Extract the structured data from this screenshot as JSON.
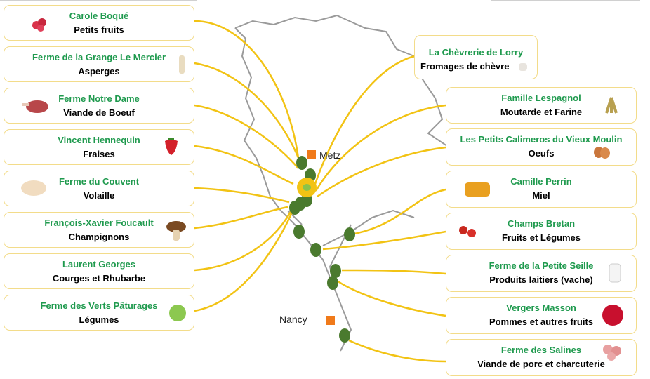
{
  "cities": {
    "metz": "Metz",
    "nancy": "Nancy"
  },
  "colors": {
    "name": "#1f9a4e",
    "line": "#f2c314",
    "dot": "#4a7a2e",
    "city": "#f07a1a",
    "border": "#f3dc8a"
  },
  "producers_left": [
    {
      "name": "Carole Boqué",
      "product": "Petits fruits",
      "icon": "raspberry-icon"
    },
    {
      "name": "Ferme de la Grange Le Mercier",
      "product": "Asperges",
      "icon": "asparagus-icon"
    },
    {
      "name": "Ferme Notre Dame",
      "product": "Viande de Boeuf",
      "icon": "beef-icon"
    },
    {
      "name": "Vincent Hennequin",
      "product": "Fraises",
      "icon": "strawberry-icon"
    },
    {
      "name": "Ferme du Couvent",
      "product": "Volaille",
      "icon": "chicken-icon"
    },
    {
      "name": "François-Xavier Foucault",
      "product": "Champignons",
      "icon": "mushroom-icon"
    },
    {
      "name": "Laurent Georges",
      "product": "Courges et Rhubarbe",
      "icon": "none"
    },
    {
      "name": "Ferme des Verts Pâturages",
      "product": "Légumes",
      "icon": "lettuce-icon"
    }
  ],
  "producers_right": [
    {
      "name": "La Chèvrerie de Lorry",
      "product": "Fromages de chèvre",
      "icon": "goat-cheese-icon"
    },
    {
      "name": "Famille Lespagnol",
      "product": "Moutarde et Farine",
      "icon": "wheat-icon"
    },
    {
      "name": "Les Petits Calimeros du Vieux Moulin",
      "product": "Oeufs",
      "icon": "eggs-icon"
    },
    {
      "name": "Camille Perrin",
      "product": "Miel",
      "icon": "honey-icon"
    },
    {
      "name": "Champs Bretan",
      "product": "Fruits et Légumes",
      "icon": "tomato-icon"
    },
    {
      "name": "Ferme de la Petite Seille",
      "product": "Produits laitiers (vache)",
      "icon": "milk-icon"
    },
    {
      "name": "Vergers Masson",
      "product": "Pommes et autres fruits",
      "icon": "apple-icon"
    },
    {
      "name": "Ferme des Salines",
      "product": "Viande de porc et charcuterie",
      "icon": "sausage-icon"
    }
  ]
}
